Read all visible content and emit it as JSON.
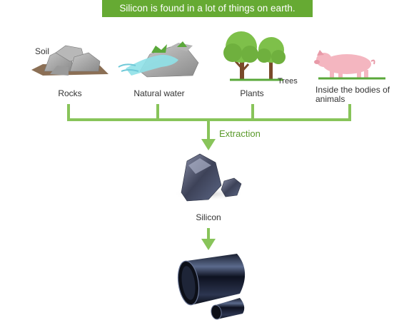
{
  "title": "Silicon is found in a lot of things on earth.",
  "sources": {
    "soil": "Soil",
    "rocks": "Rocks",
    "water": "Natural water",
    "plants": "Plants",
    "trees": "Trees",
    "animals": "Inside the bodies of animals"
  },
  "process": {
    "extraction": "Extraction"
  },
  "product": {
    "silicon": "Silicon"
  },
  "colors": {
    "accent_green": "#66aa33",
    "arrow_green": "#88c45a",
    "text": "#333333"
  }
}
